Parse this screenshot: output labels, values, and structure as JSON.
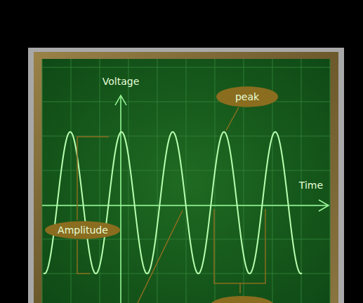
{
  "diagram": {
    "nodes": [
      {
        "text": [
          "peak"
        ]
      },
      {
        "text": [
          "Amplitude"
        ]
      }
    ],
    "labels": [
      "Voltage",
      "Time"
    ]
  }
}
